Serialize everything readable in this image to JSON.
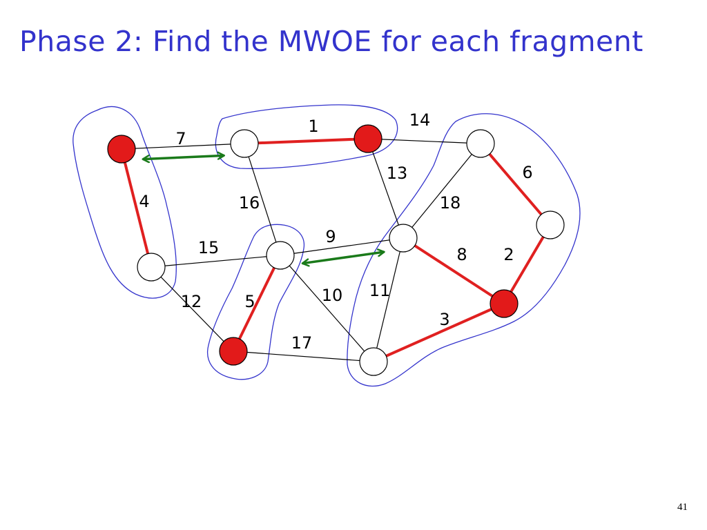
{
  "title": "Phase 2: Find the MWOE for each fragment",
  "page_number": "41",
  "colors": {
    "title": "#3333cc",
    "fragment_outline": "#3333cc",
    "tree_edge": "#e02020",
    "other_edge": "#000000",
    "mwoe_arrow": "#1a7a1a",
    "leader_node": "#e21a1a",
    "node": "#ffffff"
  },
  "graph": {
    "nodes": [
      {
        "id": "a",
        "leader": true
      },
      {
        "id": "b",
        "leader": false
      },
      {
        "id": "c",
        "leader": true
      },
      {
        "id": "d",
        "leader": false
      },
      {
        "id": "e",
        "leader": false
      },
      {
        "id": "f",
        "leader": false
      },
      {
        "id": "g",
        "leader": false
      },
      {
        "id": "h",
        "leader": false
      },
      {
        "id": "i",
        "leader": true
      },
      {
        "id": "j",
        "leader": true
      },
      {
        "id": "k",
        "leader": false
      }
    ],
    "edges": [
      {
        "from": "a",
        "to": "b",
        "weight": "7",
        "tree": false,
        "mwoe": true
      },
      {
        "from": "b",
        "to": "c",
        "weight": "1",
        "tree": true,
        "mwoe": false
      },
      {
        "from": "c",
        "to": "d",
        "weight": "14",
        "tree": false,
        "mwoe": false
      },
      {
        "from": "c",
        "to": "g",
        "weight": "13",
        "tree": false,
        "mwoe": false
      },
      {
        "from": "d",
        "to": "g",
        "weight": "18",
        "tree": false,
        "mwoe": false
      },
      {
        "from": "d",
        "to": "e",
        "weight": "6",
        "tree": true,
        "mwoe": false
      },
      {
        "from": "a",
        "to": "h",
        "weight": "4",
        "tree": true,
        "mwoe": false
      },
      {
        "from": "b",
        "to": "f",
        "weight": "16",
        "tree": false,
        "mwoe": false
      },
      {
        "from": "h",
        "to": "f",
        "weight": "15",
        "tree": false,
        "mwoe": false
      },
      {
        "from": "f",
        "to": "g",
        "weight": "9",
        "tree": false,
        "mwoe": true
      },
      {
        "from": "g",
        "to": "i",
        "weight": "8",
        "tree": true,
        "mwoe": false
      },
      {
        "from": "e",
        "to": "i",
        "weight": "2",
        "tree": true,
        "mwoe": false
      },
      {
        "from": "h",
        "to": "j",
        "weight": "12",
        "tree": false,
        "mwoe": false
      },
      {
        "from": "f",
        "to": "j",
        "weight": "5",
        "tree": true,
        "mwoe": false
      },
      {
        "from": "f",
        "to": "k",
        "weight": "10",
        "tree": false,
        "mwoe": false
      },
      {
        "from": "g",
        "to": "k",
        "weight": "11",
        "tree": false,
        "mwoe": false
      },
      {
        "from": "k",
        "to": "i",
        "weight": "3",
        "tree": true,
        "mwoe": false
      },
      {
        "from": "j",
        "to": "k",
        "weight": "17",
        "tree": false,
        "mwoe": false
      }
    ],
    "fragments": [
      {
        "name": "fragment-left",
        "nodes": [
          "a",
          "h"
        ]
      },
      {
        "name": "fragment-top",
        "nodes": [
          "b",
          "c"
        ]
      },
      {
        "name": "fragment-middle",
        "nodes": [
          "f",
          "j"
        ]
      },
      {
        "name": "fragment-right",
        "nodes": [
          "d",
          "e",
          "g",
          "i",
          "k"
        ]
      }
    ]
  }
}
